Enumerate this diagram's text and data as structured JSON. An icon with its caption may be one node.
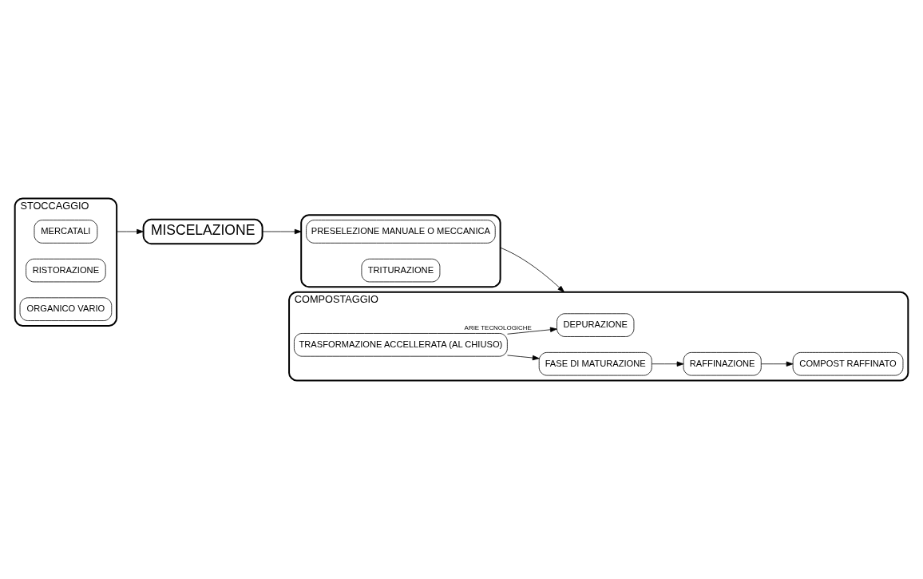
{
  "diagram": {
    "nodes": [
      {
        "text": [
          "STOCCAGGIO"
        ]
      },
      {
        "text": [
          "MERCATALI"
        ],
        "in": 0
      },
      {
        "text": [
          "RISTORAZIONE"
        ],
        "in": 0
      },
      {
        "text": [
          "ORGANICO VARIO"
        ],
        "in": 0
      },
      {
        "text": [
          "MISCELAZIONE"
        ]
      },
      {
        "text": [],
        "shape": "box"
      },
      {
        "text": [
          "PRESELEZIONE MANUALE O MECCANICA"
        ],
        "in": 5
      },
      {
        "text": [
          "TRITURAZIONE"
        ],
        "in": 5
      },
      {
        "text": [
          "COMPOSTAGGIO"
        ]
      },
      {
        "text": [
          "DEPURAZIONE"
        ],
        "in": 8
      },
      {
        "text": [
          "TRASFORMAZIONE ACCELLERATA (AL CHIUSO)"
        ],
        "in": 8
      },
      {
        "text": [
          "FASE DI MATURAZIONE"
        ],
        "in": 8
      },
      {
        "text": [
          "RAFFINAZIONE"
        ],
        "in": 8
      },
      {
        "text": [
          "COMPOST RAFFINATO"
        ],
        "in": 8
      }
    ],
    "edges": [
      {
        "from": 0,
        "to": 4,
        "arrow": "to"
      },
      {
        "from": 4,
        "to": 5,
        "arrow": "to"
      },
      {
        "from": 5,
        "to": 8,
        "arrow": "to"
      },
      {
        "from": 10,
        "to": 9,
        "arrow": "to",
        "label": "ARIE TECNOLOGICHE"
      },
      {
        "from": 10,
        "to": 11,
        "arrow": "to"
      },
      {
        "from": 11,
        "to": 12,
        "arrow": "to"
      },
      {
        "from": 12,
        "to": 13,
        "arrow": "to"
      }
    ]
  }
}
